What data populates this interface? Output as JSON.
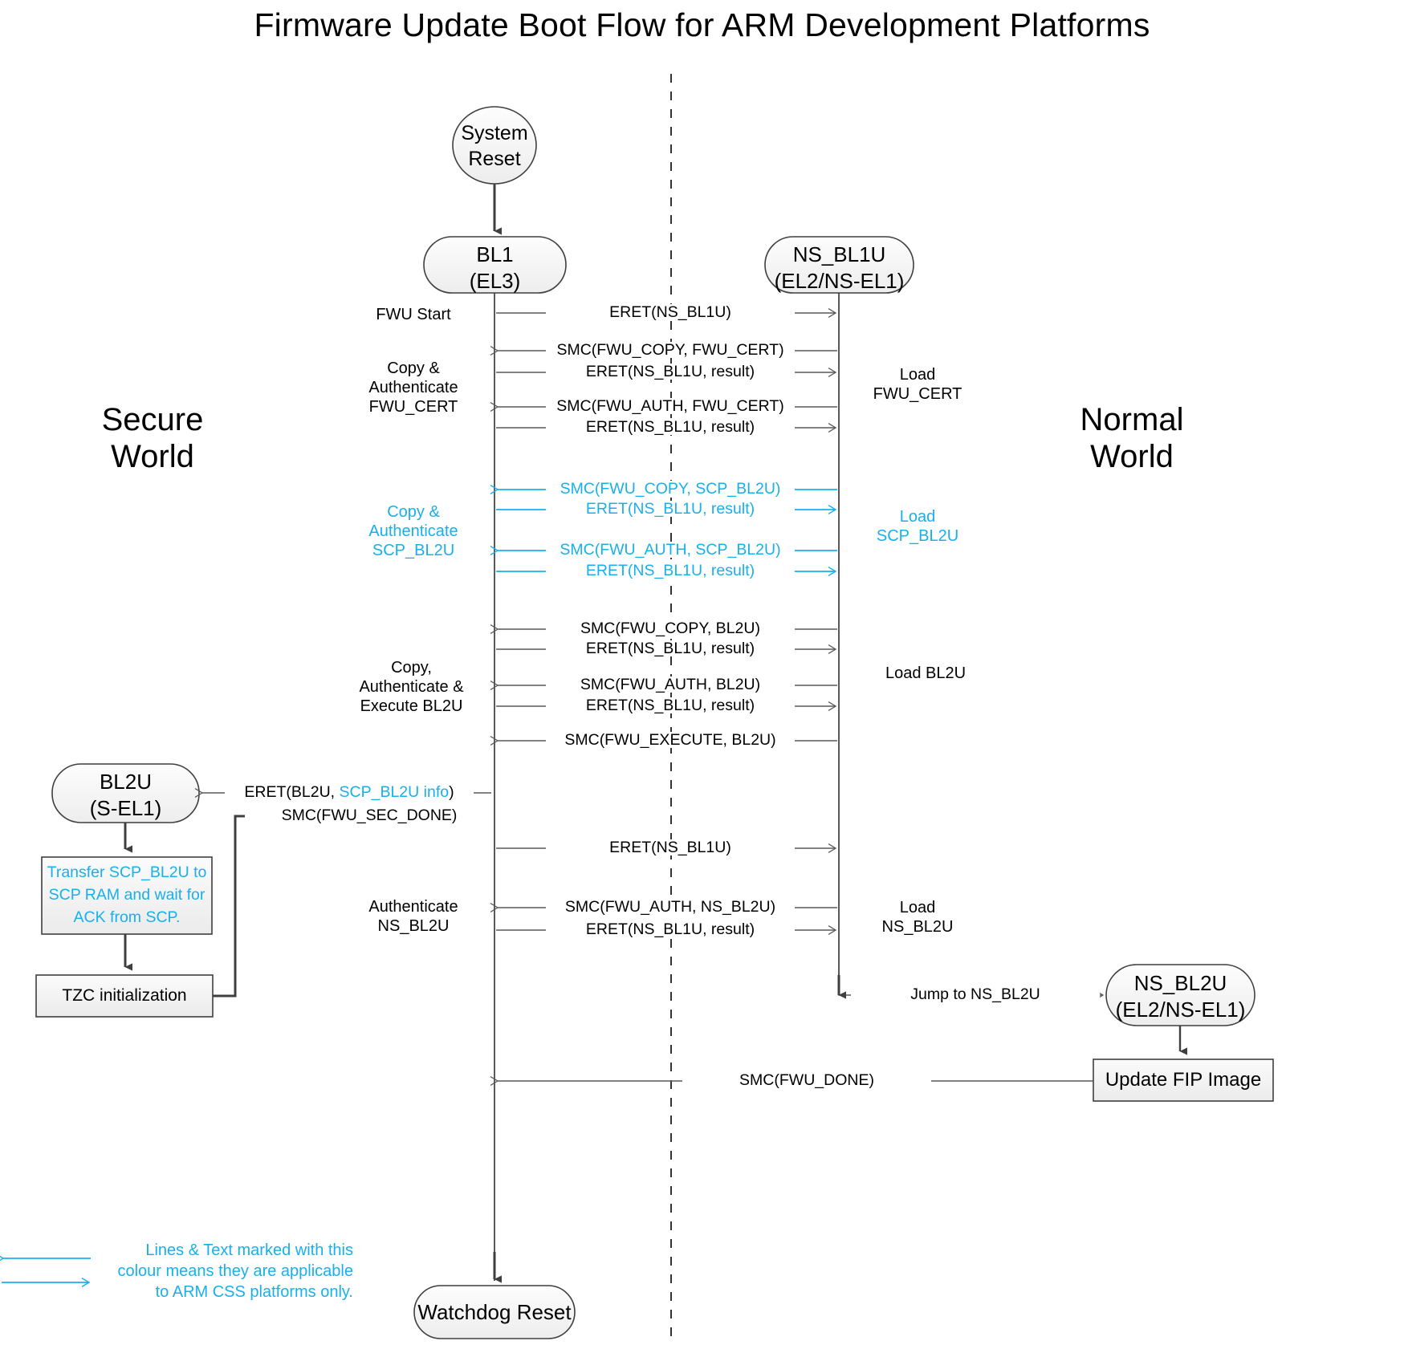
{
  "title": "Firmware Update Boot Flow for ARM Development Platforms",
  "colors": {
    "css_accent": "#17b0ed",
    "line": "#595959",
    "node_fill": "#f2f2f2",
    "text": "#000000"
  },
  "worlds": {
    "secure": "Secure\nWorld",
    "secure_line1": "Secure",
    "secure_line2": "World",
    "normal_line1": "Normal",
    "normal_line2": "World"
  },
  "nodes": {
    "system_reset": {
      "line1": "System",
      "line2": "Reset"
    },
    "bl1": {
      "line1": "BL1",
      "line2": "(EL3)"
    },
    "ns_bl1u": {
      "line1": "NS_BL1U",
      "line2": "(EL2/NS-EL1)"
    },
    "bl2u": {
      "line1": "BL2U",
      "line2": "(S-EL1)"
    },
    "ns_bl2u": {
      "line1": "NS_BL2U",
      "line2": "(EL2/NS-EL1)"
    },
    "watchdog_reset": {
      "line1": "Watchdog Reset"
    },
    "transfer_scp": {
      "line1": "Transfer SCP_BL2U to",
      "line2": "SCP RAM and wait for",
      "line3": "ACK from SCP."
    },
    "tzc_init": {
      "line1": "TZC initialization"
    },
    "update_fip": {
      "line1": "Update FIP Image"
    }
  },
  "messages": [
    {
      "id": "m1",
      "text": "ERET(NS_BL1U)",
      "css": false
    },
    {
      "id": "m2",
      "text": "SMC(FWU_COPY, FWU_CERT)",
      "css": false
    },
    {
      "id": "m3",
      "text": "ERET(NS_BL1U, result)",
      "css": false
    },
    {
      "id": "m4",
      "text": "SMC(FWU_AUTH, FWU_CERT)",
      "css": false
    },
    {
      "id": "m5",
      "text": "ERET(NS_BL1U, result)",
      "css": false
    },
    {
      "id": "m6",
      "text": "SMC(FWU_COPY, SCP_BL2U)",
      "css": true
    },
    {
      "id": "m7",
      "text": "ERET(NS_BL1U, result)",
      "css": true
    },
    {
      "id": "m8",
      "text": "SMC(FWU_AUTH, SCP_BL2U)",
      "css": true
    },
    {
      "id": "m9",
      "text": "ERET(NS_BL1U, result)",
      "css": true
    },
    {
      "id": "m10",
      "text": "SMC(FWU_COPY, BL2U)",
      "css": false
    },
    {
      "id": "m11",
      "text": "ERET(NS_BL1U, result)",
      "css": false
    },
    {
      "id": "m12",
      "text": "SMC(FWU_AUTH, BL2U)",
      "css": false
    },
    {
      "id": "m13",
      "text": "ERET(NS_BL1U, result)",
      "css": false
    },
    {
      "id": "m14",
      "text": "SMC(FWU_EXECUTE, BL2U)",
      "css": false
    },
    {
      "id": "m15",
      "text": "SMC(FWU_SEC_DONE)",
      "css": false
    },
    {
      "id": "m16",
      "text": "ERET(NS_BL1U)",
      "css": false
    },
    {
      "id": "m17",
      "text": "SMC(FWU_AUTH, NS_BL2U)",
      "css": false
    },
    {
      "id": "m18",
      "text": "ERET(NS_BL1U, result)",
      "css": false
    },
    {
      "id": "m19",
      "text": "Jump to NS_BL2U",
      "css": false
    },
    {
      "id": "m20",
      "text": "SMC(FWU_DONE)",
      "css": false
    }
  ],
  "eret_bl2u": {
    "prefix": "ERET(BL2U, ",
    "accent": "SCP_BL2U info",
    "suffix": ")"
  },
  "left_notes": {
    "fwu_start": "FWU Start",
    "copy_auth_cert": {
      "line1": "Copy &",
      "line2": "Authenticate",
      "line3": "FWU_CERT"
    },
    "copy_auth_scp": {
      "line1": "Copy &",
      "line2": "Authenticate",
      "line3": "SCP_BL2U"
    },
    "copy_auth_exec_bl2u": {
      "line1": "Copy,",
      "line2": "Authenticate &",
      "line3": "Execute BL2U"
    },
    "auth_ns_bl2u": {
      "line1": "Authenticate",
      "line2": "NS_BL2U"
    }
  },
  "right_notes": {
    "load_fwu_cert": {
      "line1": "Load",
      "line2": "FWU_CERT"
    },
    "load_scp_bl2u": {
      "line1": "Load",
      "line2": "SCP_BL2U"
    },
    "load_bl2u": {
      "line1": "Load BL2U"
    },
    "load_ns_bl2u": {
      "line1": "Load",
      "line2": "NS_BL2U"
    }
  },
  "legend": {
    "line1": "Lines & Text marked with this",
    "line2": "colour means they are applicable",
    "line3": "to ARM CSS platforms only."
  }
}
